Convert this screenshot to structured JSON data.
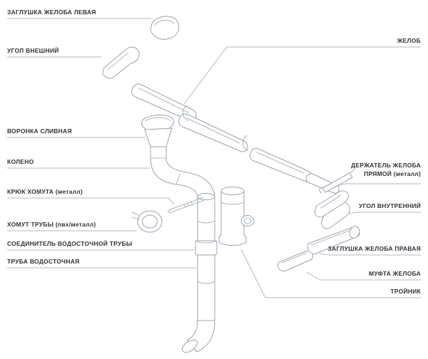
{
  "colors": {
    "part_line": "#9aa3ad",
    "leader_line": "#b3b8bf",
    "text": "#2e3338",
    "background": "#ffffff"
  },
  "labels_left": [
    {
      "text": "ЗАГЛУШКА ЖЕЛОБА ЛЕВАЯ"
    },
    {
      "text": "УГОЛ ВНЕШНИЙ"
    },
    {
      "text": "ВОРОНКА СЛИВНАЯ"
    },
    {
      "text": "КОЛЕНО"
    },
    {
      "text": "КРЮК ХОМУТА (металл)"
    },
    {
      "text": "ХОМУТ ТРУБЫ (пвх/металл)"
    },
    {
      "text": "СОЕДИНИТЕЛЬ ВОДОСТОЧНОЙ ТРУБЫ"
    },
    {
      "text": "ТРУБА ВОДОСТОЧНАЯ"
    }
  ],
  "labels_right": [
    {
      "text": "ЖЕЛОБ"
    },
    {
      "text": "ДЕРЖАТЕЛЬ ЖЕЛОБА ПРЯМОЙ (металл)",
      "lines": [
        "ДЕРЖАТЕЛЬ ЖЕЛОБА",
        "ПРЯМОЙ (металл)"
      ]
    },
    {
      "text": "УГОЛ ВНУТРЕННИЙ"
    },
    {
      "text": "ЗАГЛУШКА ЖЕЛОБА ПРАВАЯ"
    },
    {
      "text": "МУФТА ЖЕЛОБА"
    },
    {
      "text": "ТРОЙНИК"
    }
  ]
}
